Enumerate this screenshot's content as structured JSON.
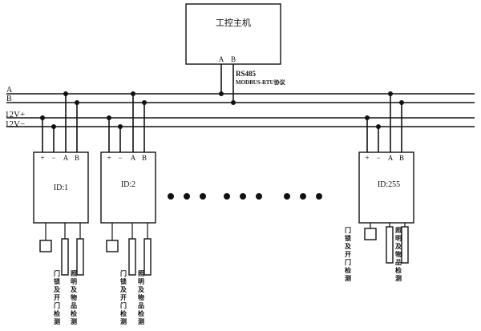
{
  "host": {
    "label": "工控主机",
    "port_a": "A",
    "port_b": "B"
  },
  "bus": {
    "protocol_line1": "RS485",
    "protocol_line2": "MODBUS-RTU协议",
    "line_a": "A",
    "line_b": "B",
    "line_vplus": "12V+",
    "line_vminus": "12V−"
  },
  "terminals": {
    "plus": "+",
    "minus": "−",
    "a": "A",
    "b": "B"
  },
  "nodes": [
    {
      "id": "ID:1"
    },
    {
      "id": "ID:2"
    },
    {
      "id": "ID:255"
    }
  ],
  "sensors": {
    "door": [
      "门",
      "锁",
      "及",
      "开",
      "门",
      "检",
      "测"
    ],
    "light": [
      "照",
      "明",
      "及",
      "物",
      "品",
      "检",
      "测"
    ]
  }
}
